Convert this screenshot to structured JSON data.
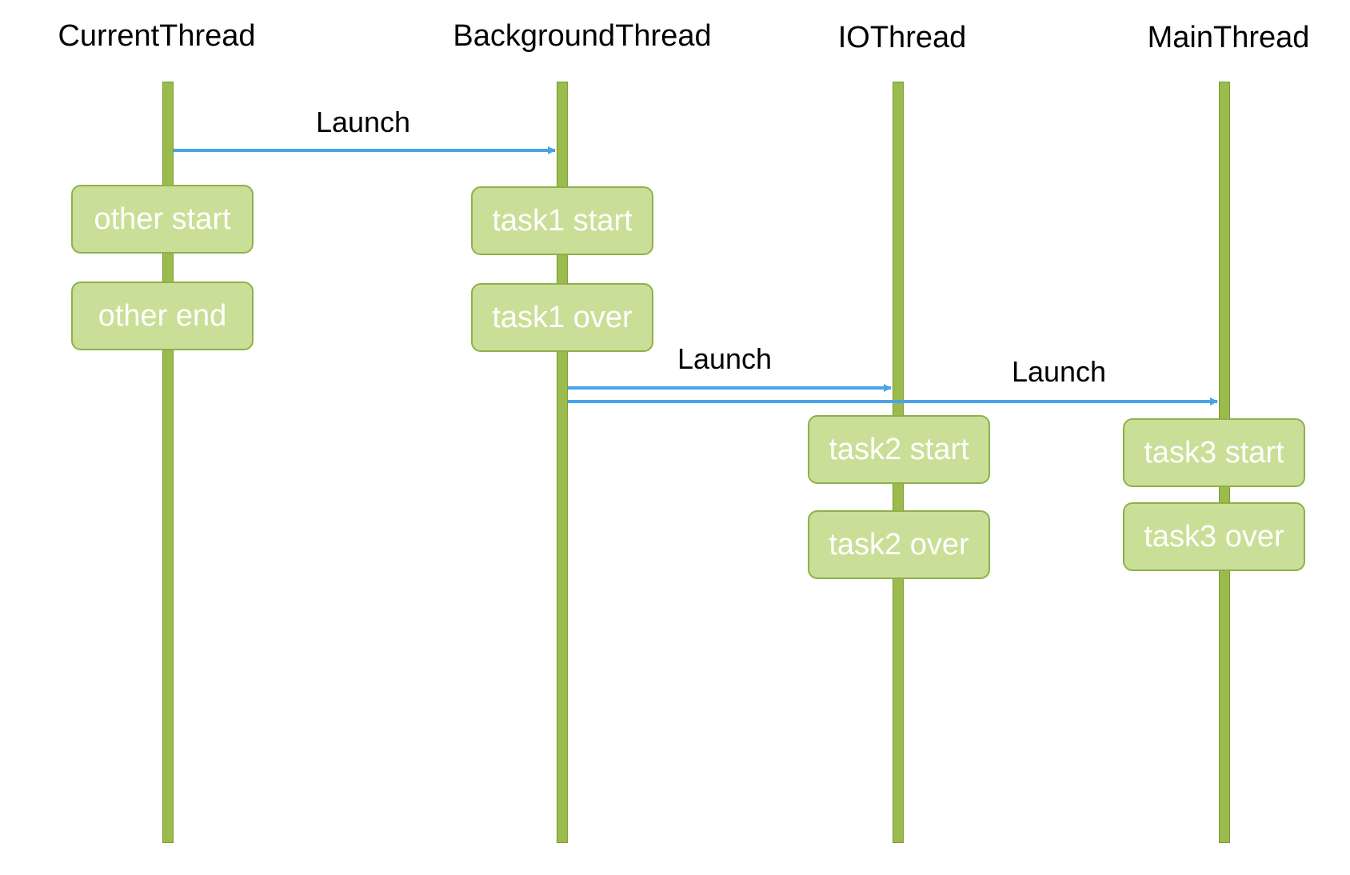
{
  "threads": [
    {
      "name": "CurrentThread"
    },
    {
      "name": "BackgroundThread"
    },
    {
      "name": "IOThread"
    },
    {
      "name": "MainThread"
    }
  ],
  "tasks": [
    {
      "thread": 0,
      "label": "other start"
    },
    {
      "thread": 0,
      "label": "other end"
    },
    {
      "thread": 1,
      "label": "task1 start"
    },
    {
      "thread": 1,
      "label": "task1 over"
    },
    {
      "thread": 2,
      "label": "task2 start"
    },
    {
      "thread": 2,
      "label": "task2 over"
    },
    {
      "thread": 3,
      "label": "task3 start"
    },
    {
      "thread": 3,
      "label": "task3 over"
    }
  ],
  "messages": [
    {
      "from": 0,
      "to": 1,
      "label": "Launch"
    },
    {
      "from": 1,
      "to": 2,
      "label": "Launch"
    },
    {
      "from": 1,
      "to": 3,
      "label": "Launch"
    }
  ],
  "colors": {
    "lifeline": "#9bbb4d",
    "task_fill": "#c9df97",
    "task_border": "#8fb04a",
    "arrow": "#4aa3e8"
  }
}
